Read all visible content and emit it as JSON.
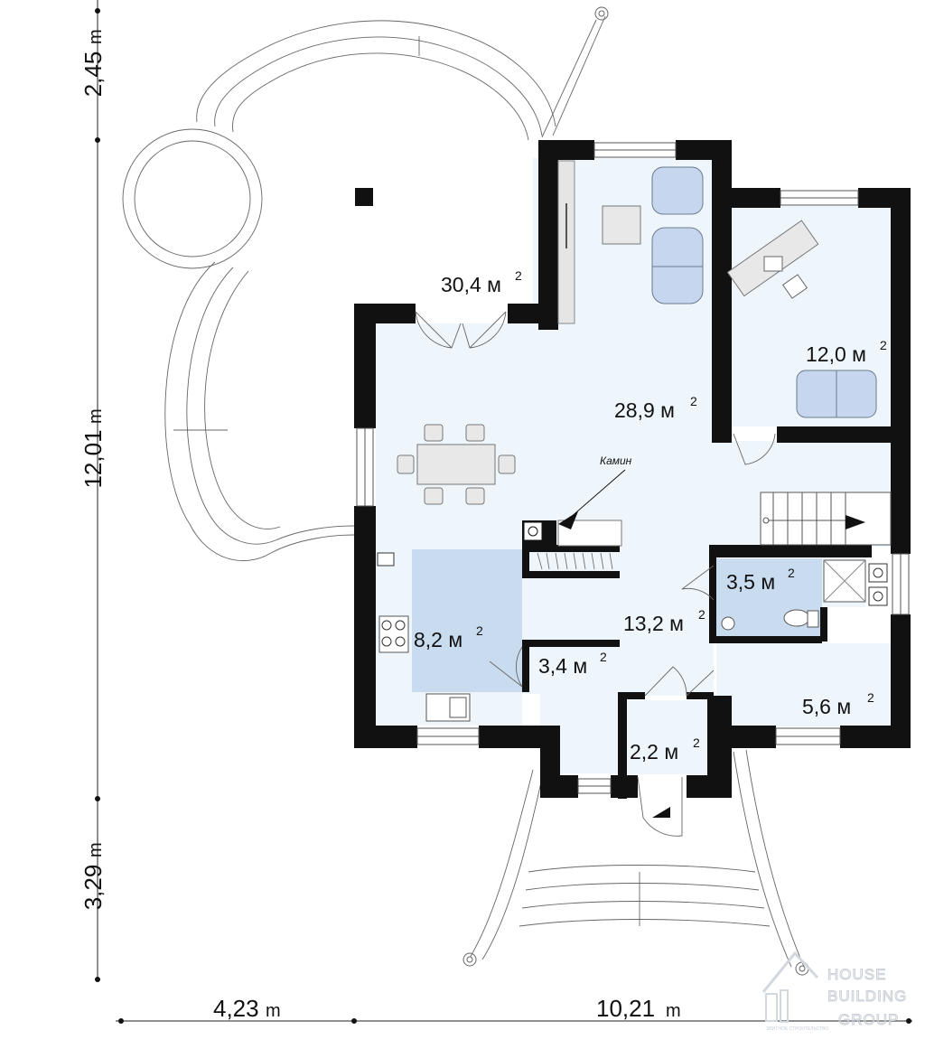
{
  "dimensions": {
    "top_height": {
      "value": "2,45",
      "unit": "m"
    },
    "middle_height": {
      "value": "12,01",
      "unit": "m"
    },
    "bottom_height": {
      "value": "3,29",
      "unit": "m"
    },
    "left_width": {
      "value": "4,23",
      "unit": "m"
    },
    "main_width": {
      "value": "10,21",
      "unit": "m"
    }
  },
  "rooms": {
    "terrace": {
      "value": "30,4 м",
      "sup": "2"
    },
    "living": {
      "value": "28,9 м",
      "sup": "2"
    },
    "office": {
      "value": "12,0 м",
      "sup": "2"
    },
    "kitchen": {
      "value": "8,2 м",
      "sup": "2"
    },
    "hall": {
      "value": "13,2 м",
      "sup": "2"
    },
    "bathroom": {
      "value": "3,5 м",
      "sup": "2"
    },
    "pantry": {
      "value": "3,4 м",
      "sup": "2"
    },
    "vestibule": {
      "value": "2,2 м",
      "sup": "2"
    },
    "boiler": {
      "value": "5,6 м",
      "sup": "2"
    }
  },
  "labels": {
    "fireplace": "Камин"
  },
  "logo": {
    "line1": "HOUSE",
    "line2": "BUILDING",
    "line3": "GROUP",
    "tagline": "ЭЛИТНОЕ СТРОИТЕЛЬСТВО"
  },
  "colors": {
    "wall": "#111111",
    "floor": "#eef6fb",
    "kitchen": "#c9dcef",
    "furniture": "#c5d6ee"
  }
}
